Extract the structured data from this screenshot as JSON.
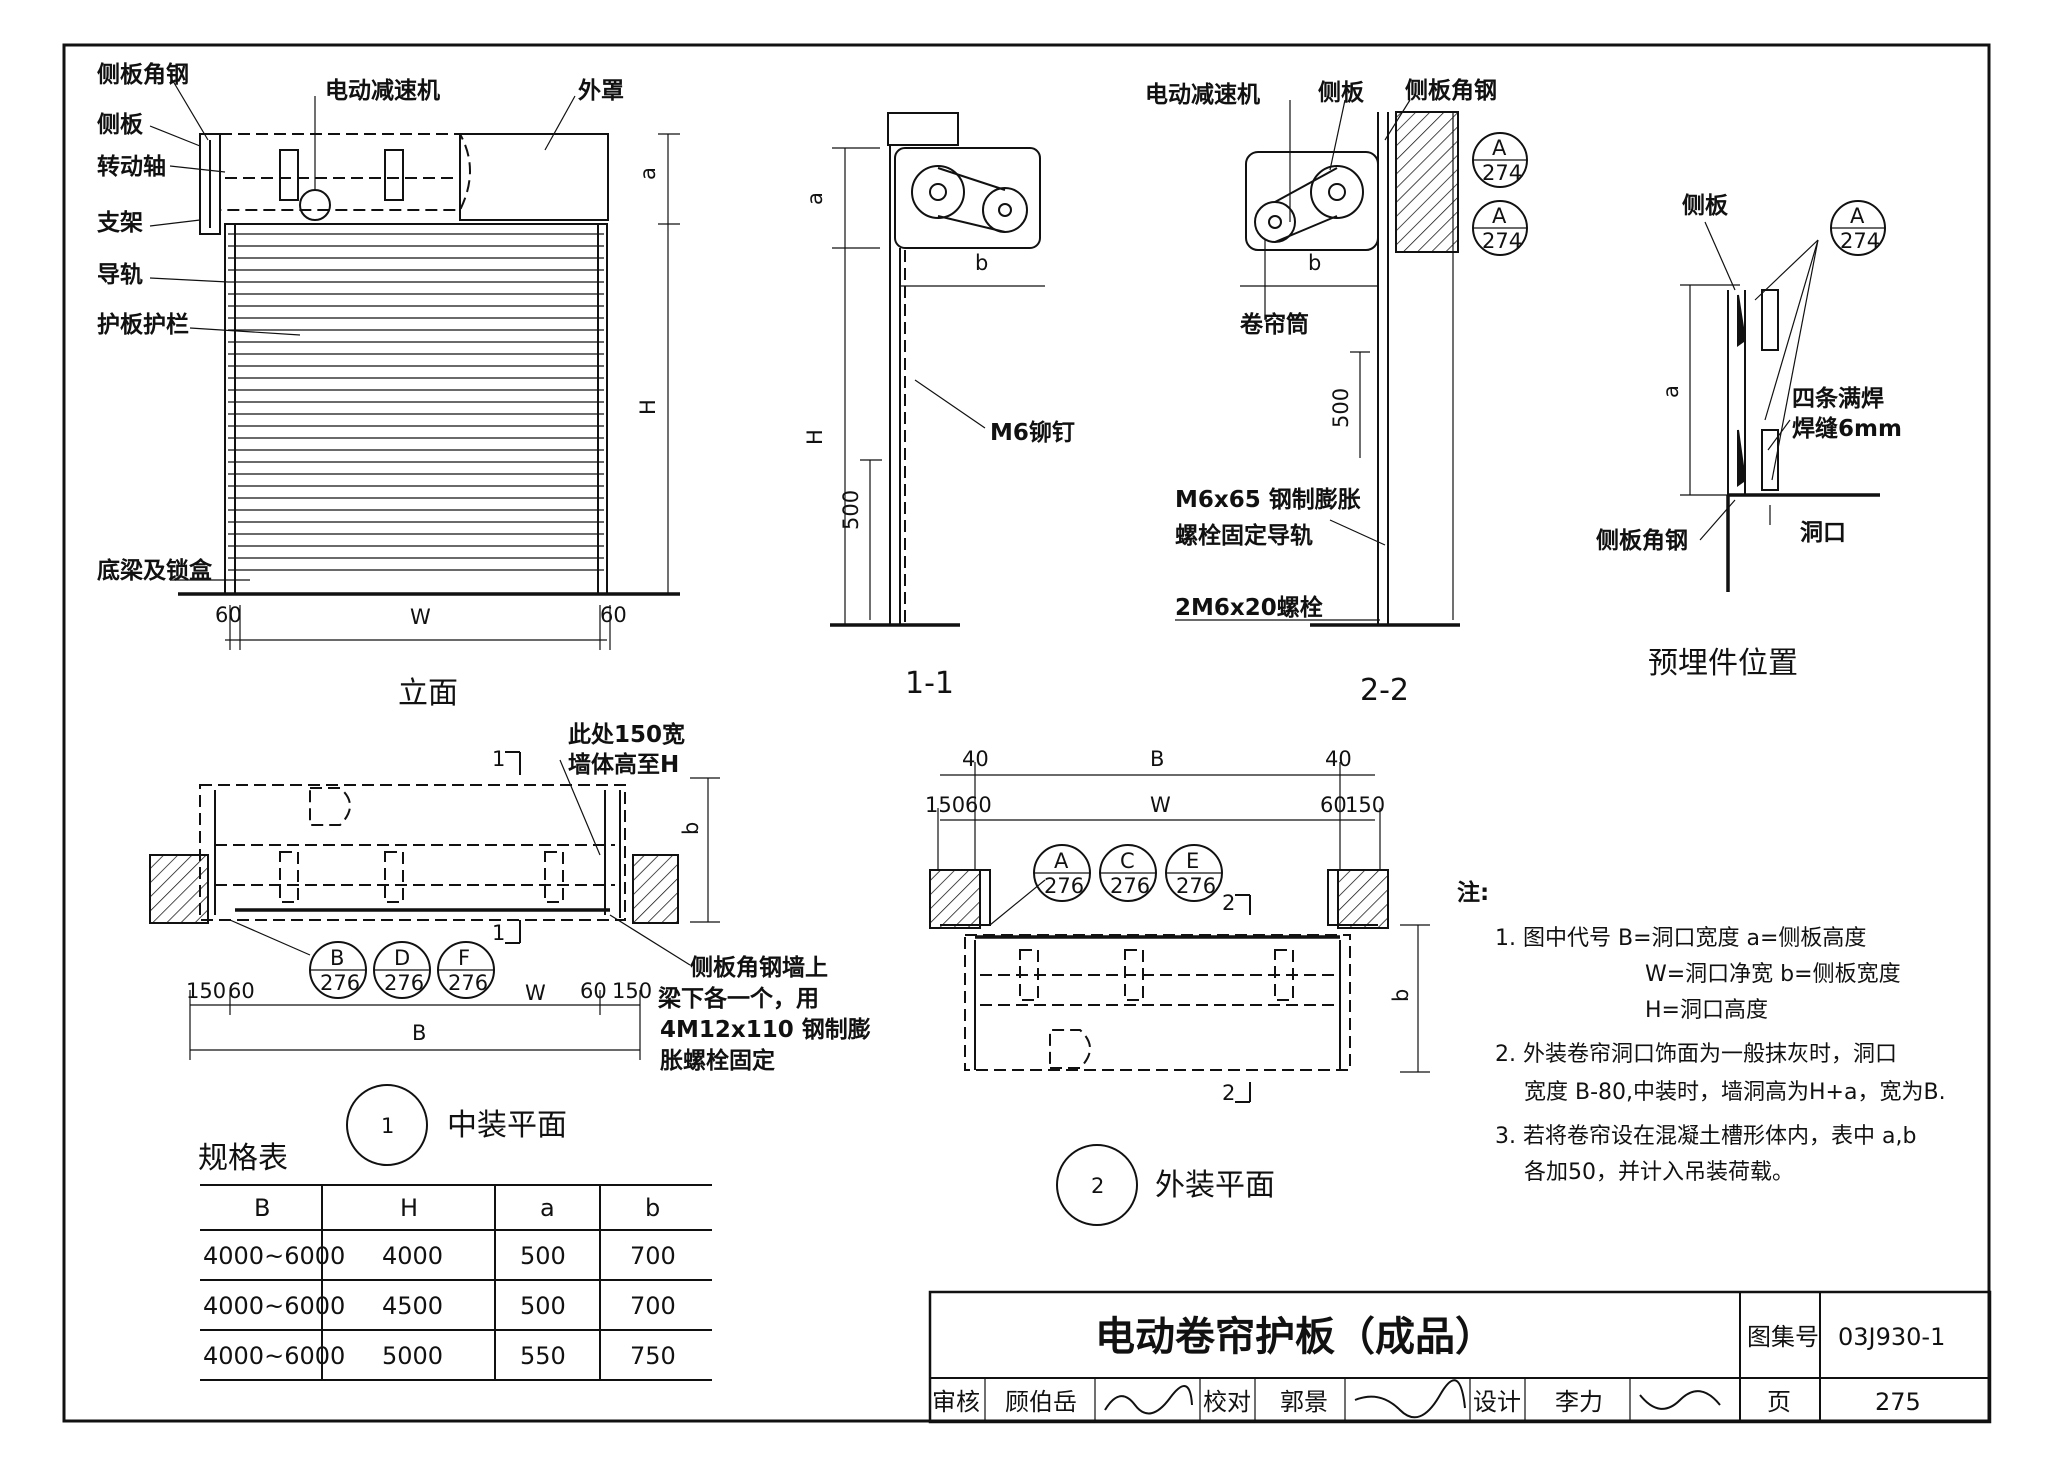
{
  "elevation": {
    "labels": {
      "side_angle": "侧板角钢",
      "side_plate": "侧板",
      "shaft": "转动轴",
      "bracket": "支架",
      "rail": "导轨",
      "guard": "护板护栏",
      "base": "底梁及锁盒",
      "motor": "电动减速机",
      "cover": "外罩"
    },
    "dims": {
      "a": "a",
      "H": "H",
      "W": "W",
      "left": "60",
      "right": "60"
    },
    "caption": "立面"
  },
  "section11": {
    "dims": {
      "a": "a",
      "b": "b",
      "H": "H",
      "d500": "500"
    },
    "rivet": "M6铆钉",
    "caption": "1-1"
  },
  "section22": {
    "labels": {
      "motor": "电动减速机",
      "side_plate": "侧板",
      "side_angle": "侧板角钢",
      "drum": "卷帘筒"
    },
    "dims": {
      "b": "b",
      "d500": "500"
    },
    "bolt1": "M6x65 钢制膨胀",
    "bolt2": "螺栓固定导轨",
    "bolt3": "2M6x20螺栓",
    "bubbles": [
      {
        "top": "A",
        "bottom": "274"
      },
      {
        "top": "A",
        "bottom": "274"
      }
    ],
    "caption": "2-2"
  },
  "embed": {
    "side_plate": "侧板",
    "bubble": {
      "top": "A",
      "bottom": "274"
    },
    "weld1": "四条满焊",
    "weld2": "焊缝6mm",
    "side_angle": "侧板角钢",
    "opening": "洞口",
    "dim_a": "a",
    "caption": "预埋件位置"
  },
  "plan1": {
    "note1": "此处150宽",
    "note2": "墙体高至H",
    "sec_top": "1",
    "sec_bot": "1",
    "dim_b": "b",
    "bubbles": [
      {
        "top": "B",
        "bottom": "276"
      },
      {
        "top": "D",
        "bottom": "276"
      },
      {
        "top": "F",
        "bottom": "276"
      }
    ],
    "dims": {
      "l150": "150",
      "l60": "60",
      "W": "W",
      "r60": "60",
      "r150": "150",
      "B": "B"
    },
    "callout": [
      "侧板角钢墙上",
      "梁下各一个，用",
      "4M12x110 钢制膨",
      "胀螺栓固定"
    ],
    "circle": "1",
    "title": "中装平面"
  },
  "plan2": {
    "dims": {
      "l40": "40",
      "B": "B",
      "r40": "40",
      "l150": "150",
      "l60": "60",
      "W": "W",
      "r60": "60",
      "r150": "150",
      "b": "b"
    },
    "bubbles": [
      {
        "top": "A",
        "bottom": "276"
      },
      {
        "top": "C",
        "bottom": "276"
      },
      {
        "top": "E",
        "bottom": "276"
      }
    ],
    "sec_top": "2",
    "sec_bot": "2",
    "circle": "2",
    "title": "外装平面"
  },
  "notes": {
    "title": "注:",
    "lines": [
      "1. 图中代号  B=洞口宽度  a=侧板高度",
      "W=洞口净宽  b=侧板宽度",
      "H=洞口高度",
      "2. 外装卷帘洞口饰面为一般抹灰时，洞口",
      "宽度 B-80,中装时，墙洞高为H+a，宽为B.",
      "3. 若将卷帘设在混凝土槽形体内，表中 a,b",
      "各加50，并计入吊装荷载。"
    ]
  },
  "spec_table": {
    "title": "规格表",
    "headers": [
      "B",
      "H",
      "a",
      "b"
    ],
    "rows": [
      [
        "4000~6000",
        "4000",
        "500",
        "700"
      ],
      [
        "4000~6000",
        "4500",
        "500",
        "700"
      ],
      [
        "4000~6000",
        "5000",
        "550",
        "750"
      ]
    ]
  },
  "title_block": {
    "title": "电动卷帘护板（成品）",
    "atlas_label": "图集号",
    "atlas_no": "03J930-1",
    "review_label": "审核",
    "reviewer": "顾伯岳",
    "check_label": "校对",
    "checker": "郭景",
    "design_label": "设计",
    "designer": "李力",
    "page_label": "页",
    "page_no": "275"
  }
}
